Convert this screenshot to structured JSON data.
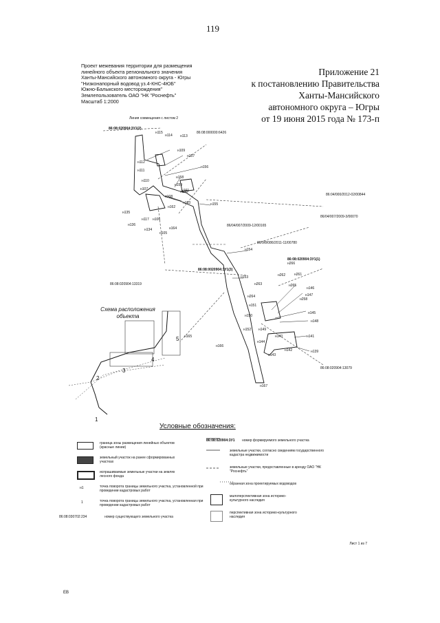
{
  "page_number": "119",
  "project_title": [
    "Проект межевания территории для размещения",
    "линейного объекта регионального значения",
    "Ханты-Мансийского автономного округа - Югры",
    "\"Низконапорный водовод уз.4-КНС-4ЮБ\"",
    "Южно-Балыкского месторождения\"",
    "Землепользователь ОАО \"НК \"Роснефть\"",
    "Масштаб 1:2000"
  ],
  "appendix": [
    "Приложение 21",
    "к постановлению Правительства",
    "Ханты-Мансийского",
    "автономного округа – Югры",
    "от 19 июня 2015 года № 173-п"
  ],
  "map": {
    "match_line": "Линия совмещения с листом 2",
    "cadastral": [
      {
        "text": "86:08:020904:3У1(2)",
        "bold": true
      },
      {
        "text": "86:08:000000:6426",
        "bold": false
      },
      {
        "text": "86:04/000/2012-02/00844",
        "bold": false
      },
      {
        "text": "86/04/007/2009-3/00070",
        "bold": false
      },
      {
        "text": "86/04/007/2009-12/00165",
        "bold": false
      },
      {
        "text": "86/9/8/086/2011-11/00780",
        "bold": false
      },
      {
        "text": "86:08:0020904:3У1(3)",
        "bold": true
      },
      {
        "text": "86:08:020904:3У1(1)",
        "bold": true
      },
      {
        "text": "86:08:020904:13319",
        "bold": false
      },
      {
        "text": "86:08:020904:13079",
        "bold": false
      }
    ],
    "points": [
      "н115",
      "н114",
      "н113",
      "н109",
      "н157",
      "н112",
      "н111",
      "н156",
      "н158",
      "н110",
      "н159",
      "н160",
      "н161",
      "н107",
      "н108",
      "н163",
      "н135",
      "н162",
      "н155",
      "н117",
      "н106",
      "н136",
      "н134",
      "н105",
      "н164",
      "н154",
      "н153",
      "н266",
      "н262",
      "н261",
      "н263",
      "н265",
      "н146",
      "н147",
      "н264",
      "н151",
      "н258",
      "н145",
      "н150",
      "н148",
      "н152",
      "н149",
      "н165",
      "н140",
      "н141",
      "н144",
      "н143",
      "н142",
      "н139",
      "н166",
      "н167"
    ],
    "scheme_title": "Схема расположения объекта",
    "scheme_labels": [
      "1",
      "2",
      "3",
      "4",
      "5"
    ]
  },
  "legend": {
    "title": "Условные обозначения:",
    "items": [
      "граница зоны размещения линейных объектов (красные линии)",
      "земельный участок на ранее сформированных участках",
      "испрашиваемые земельные участки на землях лесного фонда",
      "точка поворота границы земельного участка, установленной при проведении кадастровых работ",
      "точка поворота границы земельного участка, установленная при проведении кадастровых работ",
      "номер существующего земельного участка",
      "номер формируемого земельного участка",
      "земельные участки, согласно сведениям государственного кадастра недвижимости",
      "земельные участки, предоставленные в аренду ОАО \"НК \"Роснефть\"",
      "охранная зона проектируемых водоводов",
      "малоперспективная зона историко-культурного наследия",
      "перспективная зона историко-культурного наследия"
    ],
    "sym_point_1": "н1",
    "sym_point_2": "1",
    "sym_existing": "86:08:030702:234",
    "sym_formed": "86:08:020904:3У1"
  },
  "sheet": "Лист 1 из 7",
  "corner_code": "ЕВ"
}
